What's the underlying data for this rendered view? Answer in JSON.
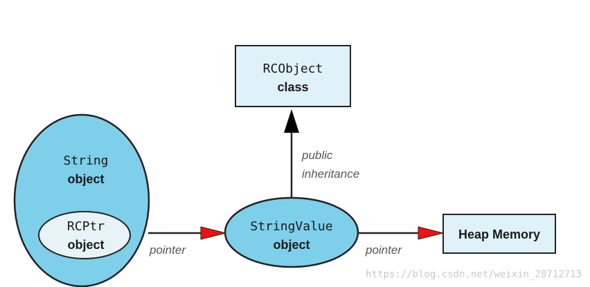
{
  "nodes": {
    "rcobject": {
      "title": "RCObject",
      "kind": "class"
    },
    "string": {
      "title": "String",
      "kind": "object"
    },
    "rcptr": {
      "title": "RCPtr",
      "kind": "object"
    },
    "stringvalue": {
      "title": "StringValue",
      "kind": "object"
    },
    "heap": {
      "title": "Heap Memory"
    }
  },
  "edges": {
    "inheritance": {
      "line1": "public",
      "line2": "inheritance"
    },
    "pointer_to_stringvalue": {
      "label": "pointer"
    },
    "pointer_to_heap": {
      "label": "pointer"
    }
  },
  "watermark": "https://blog.csdn.net/weixin_28712713",
  "colors": {
    "box_fill": "#dff1f9",
    "ellipse_fill": "#7ecfe9",
    "inner_fill": "#e8f3f8",
    "stroke": "#222222",
    "arrow_red": "#ee1111",
    "arrow_black": "#000000"
  }
}
